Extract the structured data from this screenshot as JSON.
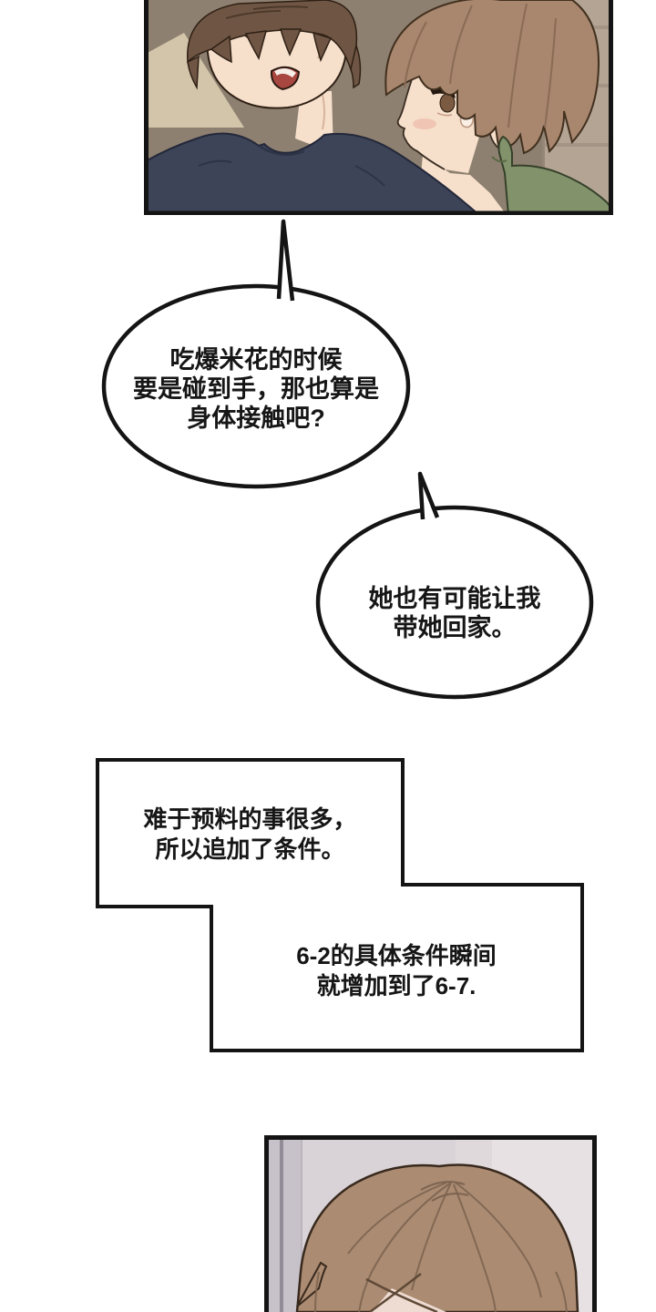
{
  "comic": {
    "bubble1": {
      "line1": "吃爆米花的时候",
      "line2": "要是碰到手，那也算是",
      "line3": "身体接触吧?"
    },
    "bubble2": {
      "line1": "她也有可能让我",
      "line2": "带她回家。"
    },
    "caption1": {
      "line1": "难于预料的事很多，",
      "line2": "所以追加了条件。"
    },
    "caption2": {
      "line1": "6-2的具体条件瞬间",
      "line2": "就增加到了6-7."
    }
  },
  "colors": {
    "ink": "#141414",
    "bubble_fill": "#ffffff",
    "top_panel": {
      "wall": "#8e8070",
      "door": "#b3a494",
      "door_stripe": "#9c8c7d",
      "lamp": "#d2c5aa",
      "skin": "#f6e0cc",
      "hair_a": "#6f5543",
      "shirt_a": "#3d4458",
      "mouth": "#a8473f",
      "hair_b": "#a8876e",
      "shirt_b": "#82936c",
      "blush": "#efbfae",
      "iris": "#7a5a40"
    },
    "bottom_panel": {
      "wall": "#d9d3d7",
      "wall_light": "#e7e1e3",
      "wall_strip": "#c7c2ca",
      "corner_line": "#918c96",
      "hair": "#ab8b72",
      "hair_line": "#7d6450",
      "outline": "#38291d",
      "skin": "#eedbd1"
    }
  }
}
